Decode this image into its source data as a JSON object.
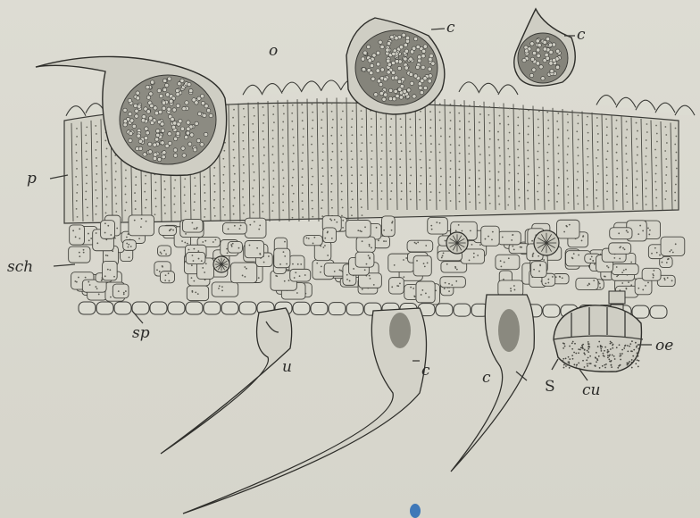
{
  "labels": {
    "o": "o",
    "c_top_1": "c",
    "c_top_2": "c",
    "p": "p",
    "sch": "sch",
    "sp": "sp",
    "u": "u",
    "c_bottom_1": "c",
    "c_bottom_2": "c",
    "S": "S",
    "cu": "cu",
    "oe": "oe"
  },
  "colors": {
    "paper": "#d9d8cf",
    "ink": "#3a3a36",
    "stain": "#3f78b8"
  }
}
